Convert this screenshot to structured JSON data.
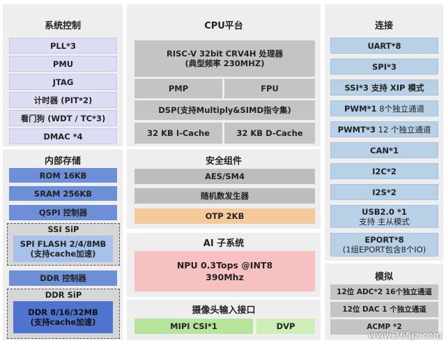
{
  "system_control": {
    "title": "系统控制",
    "items": [
      "PLL*3",
      "PMU",
      "JTAG",
      "计时器 (PIT*2)",
      "看门狗 (WDT / TC*3)",
      "DMAC *4"
    ]
  },
  "internal_storage": {
    "title": "内部存储",
    "rom": "ROM  16KB",
    "sram": "SRAM 256KB",
    "qspi": "QSPI 控制器",
    "ssi_sip": {
      "title": "SSI SiP",
      "line1": "SPI FLASH 2/4/8MB",
      "line2": "(支持cache加速)"
    },
    "ddr_ctrl": "DDR 控制器",
    "ddr_sip": {
      "title": "DDR SiP",
      "line1": "DDR 8/16/32MB",
      "line2": "(支持cache加速)"
    }
  },
  "cpu": {
    "title": "CPU平台",
    "core_line1": "RISC-V 32bit  CRV4H 处理器",
    "core_line2": "(典型频率 230MHZ)",
    "pmp": "PMP",
    "fpu": "FPU",
    "dsp": "DSP(支持Multiply&SIMD指令集)",
    "icache": "32 KB I-Cache",
    "dcache": "32 KB D-Cache"
  },
  "security": {
    "title": "安全组件",
    "aes": "AES/SM4",
    "rng": "随机数发生器",
    "otp": "OTP 2KB"
  },
  "ai": {
    "title": "AI 子系统",
    "npu_line1": "NPU 0.3Tops @INT8",
    "npu_line2": "390Mhz"
  },
  "camera": {
    "title": "摄像头输入接口",
    "mipi": "MIPI CSI*1",
    "dvp": "DVP"
  },
  "connect": {
    "title": "连接",
    "uart": "UART*8",
    "spi": "SPI*3",
    "ssi": "SSI*3 支持 XIP 模式",
    "pwm_a": "PWM*1",
    "pwm_b": " 8个独立通道",
    "pwmt_a": "PWMT*3",
    "pwmt_b": " 12 个独立通道",
    "can": "CAN*1",
    "i2c": "I2C*2",
    "i2s": "I2S*2",
    "usb_line1": "USB2.0 *1",
    "usb_line2": "支持 主从模式",
    "eport_line1": "EPORT*8",
    "eport_line2": "(1组EPORT包含8个IO)"
  },
  "analog": {
    "title": "模拟",
    "adc": "12位 ADC*2 16个独立通道",
    "dac": "12位 DAC 1 个独立通道",
    "acmp": "ACMP *2"
  },
  "watermark": "www.365jz.com"
}
